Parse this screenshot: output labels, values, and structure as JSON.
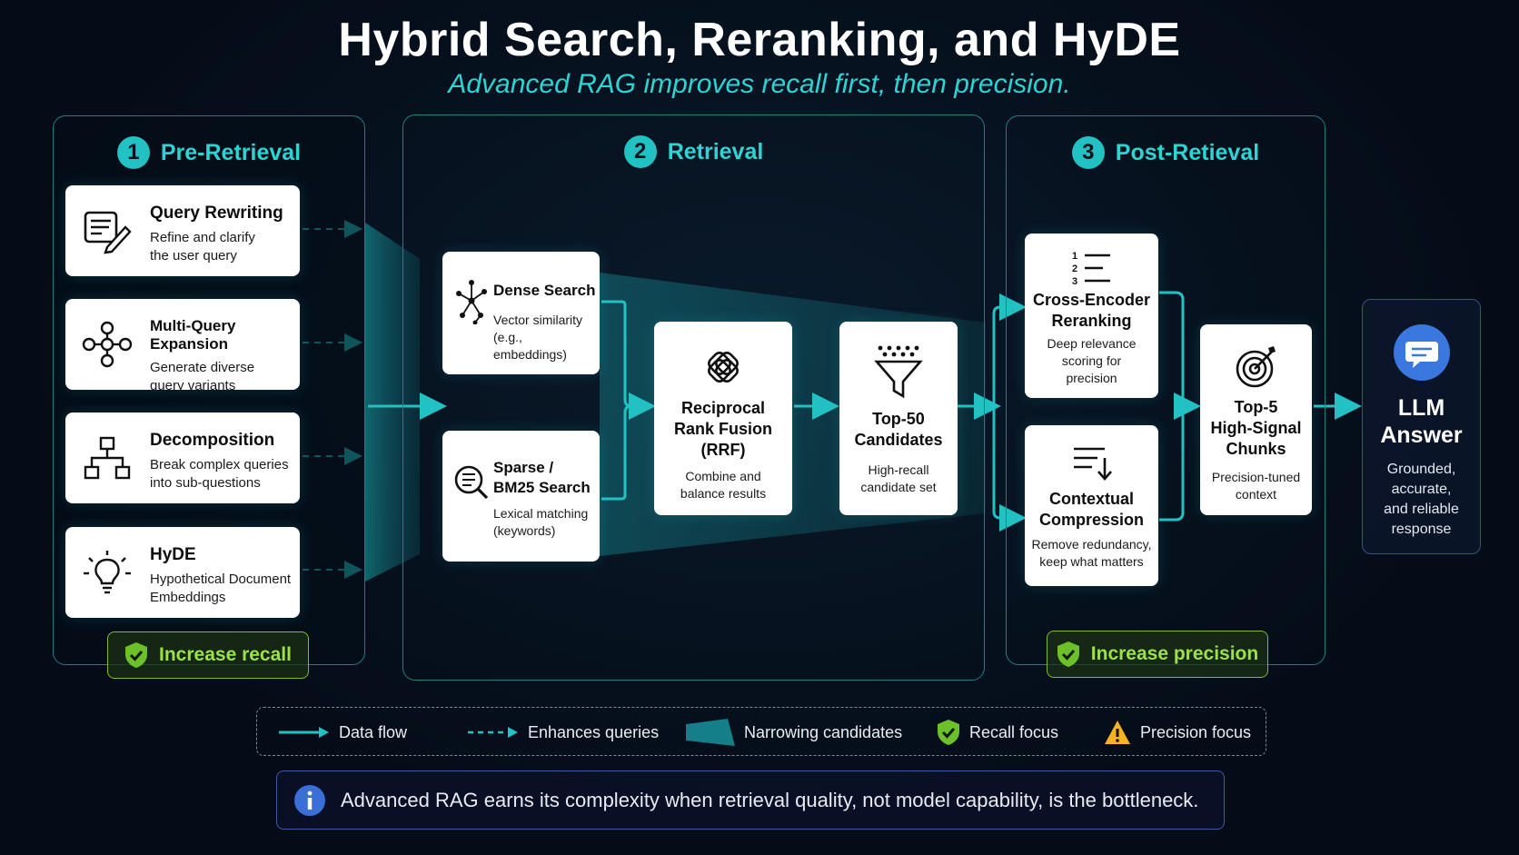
{
  "title": "Hybrid Search, Reranking, and HyDE",
  "subtitle": "Advanced RAG improves recall first, then precision.",
  "stages": [
    {
      "number": "1",
      "label": "Pre-Retrieval"
    },
    {
      "number": "2",
      "label": "Retrieval"
    },
    {
      "number": "3",
      "label": "Post-Retieval"
    }
  ],
  "pre_retrieval": [
    {
      "title": "Query Rewriting",
      "desc1": "Refine and clarify",
      "desc2": "the user query",
      "icon": "edit-document-icon"
    },
    {
      "title": "Multi-Query Expansion",
      "desc1": "Generate diverse",
      "desc2": "query variants",
      "icon": "network-nodes-icon"
    },
    {
      "title": "Decomposition",
      "desc1": "Break complex queries",
      "desc2": "into sub-questions",
      "icon": "hierarchy-icon"
    },
    {
      "title": "HyDE",
      "desc1": "Hypothetical Document",
      "desc2": "Embeddings",
      "icon": "lightbulb-icon"
    }
  ],
  "retrieval": {
    "dense": {
      "title": "Dense Search",
      "desc1": "Vector similarity",
      "desc2": "(e.g., embeddings)",
      "icon": "vector-nodes-icon"
    },
    "sparse": {
      "title1": "Sparse /",
      "title2": "BM25 Search",
      "desc1": "Lexical matching",
      "desc2": "(keywords)",
      "icon": "magnifier-list-icon"
    },
    "rrf": {
      "title1": "Reciprocal",
      "title2": "Rank Fusion",
      "title3": "(RRF)",
      "desc1": "Combine and",
      "desc2": "balance results",
      "icon": "fusion-knot-icon"
    },
    "top50": {
      "title1": "Top-50",
      "title2": "Candidates",
      "desc1": "High-recall",
      "desc2": "candidate set",
      "icon": "funnel-icon"
    }
  },
  "post_retrieval": {
    "cross": {
      "title1": "Cross-Encoder",
      "title2": "Reranking",
      "desc1": "Deep relevance",
      "desc2": "scoring for",
      "desc3": "precision",
      "icon": "ranked-list-icon"
    },
    "compress": {
      "title1": "Contextual",
      "title2": "Compression",
      "desc1": "Remove redundancy,",
      "desc2": "keep what matters",
      "icon": "compress-list-icon"
    },
    "top5": {
      "title1": "Top-5",
      "title2": "High-Signal",
      "title3": "Chunks",
      "desc1": "Precision-tuned",
      "desc2": "context",
      "icon": "target-icon"
    }
  },
  "llm": {
    "title1": "LLM",
    "title2": "Answer",
    "desc1": "Grounded,",
    "desc2": "accurate,",
    "desc3": "and reliable",
    "desc4": "response",
    "icon": "chat-bubble-icon"
  },
  "badges": {
    "recall": "Increase recall",
    "precision": "Increase precision"
  },
  "legend": {
    "data_flow": "Data flow",
    "enhances": "Enhances queries",
    "narrowing": "Narrowing candidates",
    "recall_focus": "Recall focus",
    "precision_focus": "Precision focus"
  },
  "note": "Advanced RAG earns its complexity when retrieval quality, not model capability, is the bottleneck.",
  "colors": {
    "accent": "#22c1c3",
    "green": "#9be14a",
    "warning": "#f4b320",
    "info": "#3a6fd8"
  }
}
